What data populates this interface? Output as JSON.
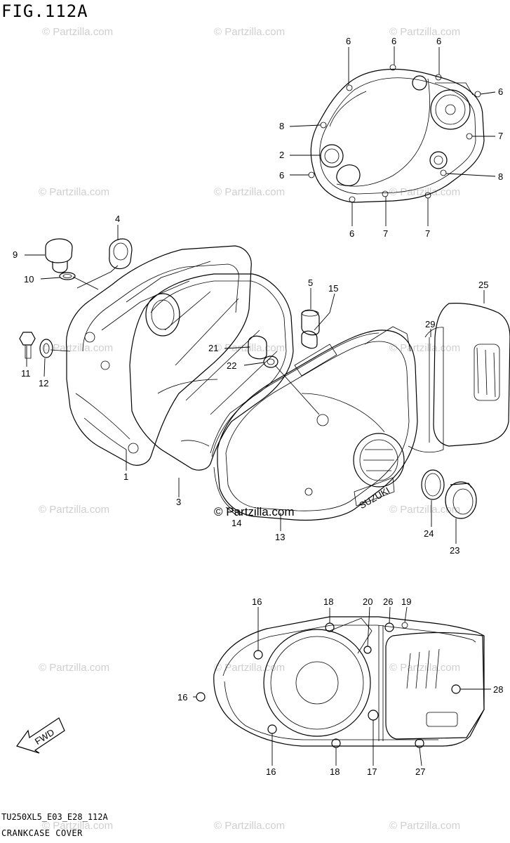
{
  "figure": {
    "title": "FIG.112A",
    "model_code": "TU250XL5_E03_E28_112A",
    "section_name": "CRANKCASE COVER"
  },
  "watermark": {
    "text": "© Partzilla.com",
    "center_text": "© Partzilla.com"
  },
  "badges": {
    "fwd": "FWD",
    "brand": "SUZUKI"
  },
  "callouts": {
    "top_right": [
      "6",
      "6",
      "6",
      "6",
      "8",
      "7",
      "2",
      "6",
      "8",
      "6",
      "7",
      "7"
    ],
    "middle": [
      "4",
      "9",
      "10",
      "5",
      "15",
      "25",
      "29",
      "11",
      "12",
      "21",
      "22",
      "1",
      "3",
      "14",
      "13",
      "24",
      "23"
    ],
    "bottom": [
      "16",
      "18",
      "20",
      "26",
      "19",
      "16",
      "28",
      "16",
      "18",
      "17",
      "27"
    ]
  }
}
